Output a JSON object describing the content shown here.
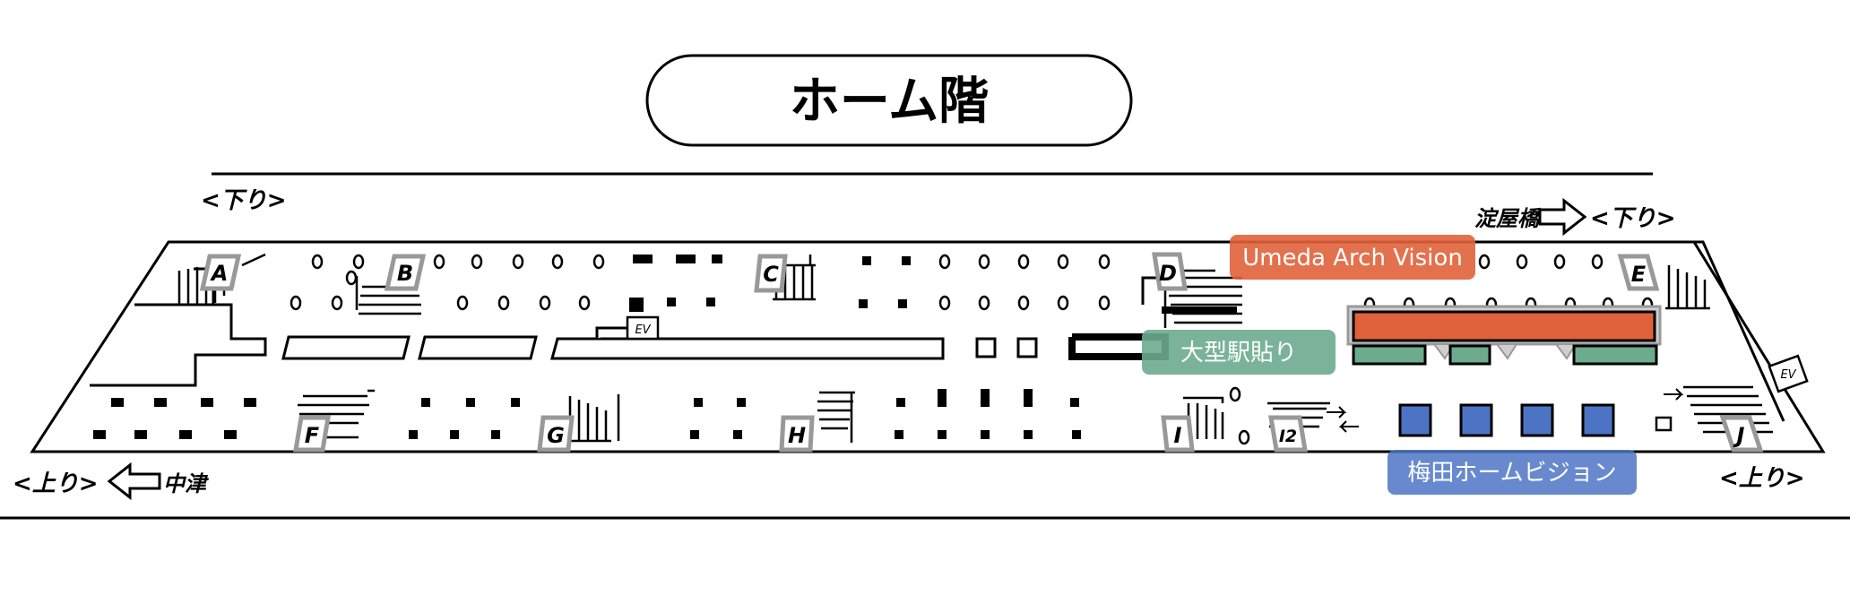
{
  "title": "ホーム階",
  "directions": {
    "top_left": "<下り>",
    "top_right_station": "淀屋橋",
    "top_right": "<下り>",
    "bottom_left": "<上り>",
    "bottom_left_station": "中津",
    "bottom_right": "<上り>"
  },
  "ads": {
    "arch_vision": "Umeda Arch Vision",
    "large_station_sticker": "大型駅貼り",
    "home_vision": "梅田ホームビジョン"
  },
  "exits": {
    "A": "A",
    "B": "B",
    "C": "C",
    "D": "D",
    "E": "E",
    "F": "F",
    "G": "G",
    "H": "H",
    "I": "I",
    "I2": "I2",
    "J": "J"
  },
  "elevator": "EV",
  "colors": {
    "arch_vision": "#e0623a",
    "large_station_sticker": "#6cab8e",
    "home_vision": "#4d74c4",
    "marker_outline": "#999999"
  }
}
